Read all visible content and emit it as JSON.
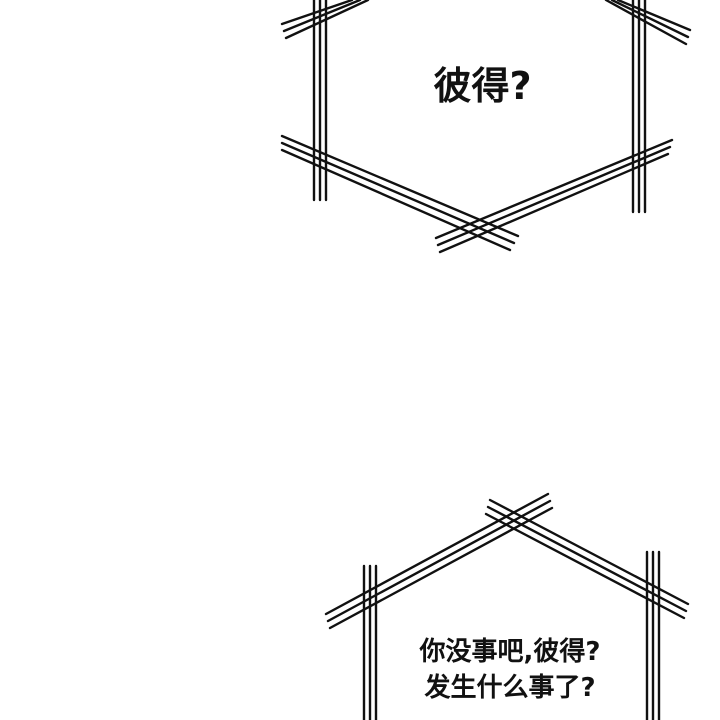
{
  "bubbles": {
    "top": {
      "line1": "彼得?"
    },
    "bottom": {
      "line1": "你没事吧,彼得?",
      "line2": "发生什么事了?"
    }
  },
  "colors": {
    "ink": "#111111",
    "paper": "#ffffff"
  }
}
